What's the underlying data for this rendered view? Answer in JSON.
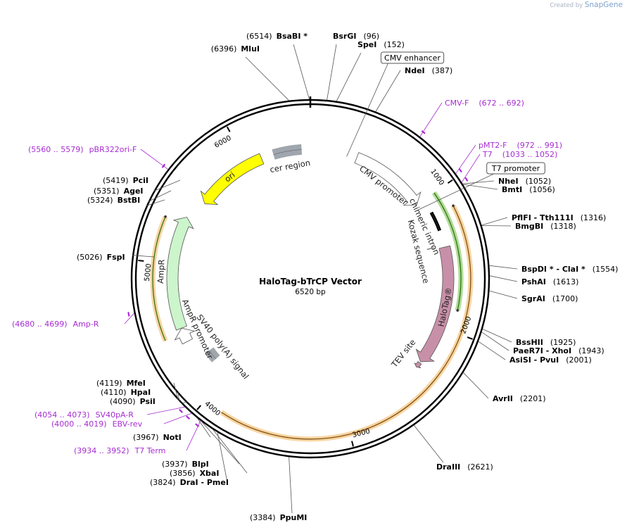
{
  "credit": {
    "prefix": "Created by",
    "brand": "SnapGene"
  },
  "plasmid": {
    "name": "HaloTag-bTrCP Vector",
    "size_label": "6520 bp",
    "length": 6520
  },
  "ticks": [
    {
      "bp": 1000,
      "label": "1000"
    },
    {
      "bp": 2000,
      "label": "2000"
    },
    {
      "bp": 3000,
      "label": "3000"
    },
    {
      "bp": 4000,
      "label": "4000"
    },
    {
      "bp": 5000,
      "label": "5000"
    },
    {
      "bp": 6000,
      "label": "6000"
    }
  ],
  "enzymes": [
    {
      "bp": 6514,
      "pos": "(6514)",
      "name": "BsaBI *"
    },
    {
      "bp": 6396,
      "pos": "(6396)",
      "name": "MluI"
    },
    {
      "bp": 96,
      "pos": "(96)",
      "name": "BsrGI"
    },
    {
      "bp": 152,
      "pos": "(152)",
      "name": "SpeI"
    },
    {
      "bp": 387,
      "pos": "(387)",
      "name": "NdeI"
    },
    {
      "bp": 1052,
      "pos": "(1052)",
      "name": "NheI"
    },
    {
      "bp": 1056,
      "pos": "(1056)",
      "name": "BmtI"
    },
    {
      "bp": 1316,
      "pos": "(1316)",
      "name": "PflFI - Tth111I"
    },
    {
      "bp": 1318,
      "pos": "(1318)",
      "name": "BmgBI"
    },
    {
      "bp": 1554,
      "pos": "(1554)",
      "name": "BspDI * - ClaI *"
    },
    {
      "bp": 1613,
      "pos": "(1613)",
      "name": "PshAI"
    },
    {
      "bp": 1700,
      "pos": "(1700)",
      "name": "SgrAI"
    },
    {
      "bp": 1925,
      "pos": "(1925)",
      "name": "BssHII"
    },
    {
      "bp": 1943,
      "pos": "(1943)",
      "name": "PaeR7I - XhoI"
    },
    {
      "bp": 2001,
      "pos": "(2001)",
      "name": "AsiSI - PvuI"
    },
    {
      "bp": 2201,
      "pos": "(2201)",
      "name": "AvrII"
    },
    {
      "bp": 2621,
      "pos": "(2621)",
      "name": "DraIII"
    },
    {
      "bp": 3384,
      "pos": "(3384)",
      "name": "PpuMI"
    },
    {
      "bp": 3824,
      "pos": "(3824)",
      "name": "DraI - PmeI"
    },
    {
      "bp": 3856,
      "pos": "(3856)",
      "name": "XbaI"
    },
    {
      "bp": 3937,
      "pos": "(3937)",
      "name": "BlpI"
    },
    {
      "bp": 3967,
      "pos": "(3967)",
      "name": "NotI"
    },
    {
      "bp": 4090,
      "pos": "(4090)",
      "name": "PsiI"
    },
    {
      "bp": 4110,
      "pos": "(4110)",
      "name": "HpaI"
    },
    {
      "bp": 4119,
      "pos": "(4119)",
      "name": "MfeI"
    },
    {
      "bp": 5026,
      "pos": "(5026)",
      "name": "FspI"
    },
    {
      "bp": 5324,
      "pos": "(5324)",
      "name": "BstBI"
    },
    {
      "bp": 5351,
      "pos": "(5351)",
      "name": "AgeI"
    },
    {
      "bp": 5419,
      "pos": "(5419)",
      "name": "PciI"
    }
  ],
  "primers": [
    {
      "bp": 682,
      "range": "(672 .. 692)",
      "name": "CMV-F"
    },
    {
      "bp": 981,
      "range": "(972 .. 991)",
      "name": "pMT2-F"
    },
    {
      "bp": 1042,
      "range": "(1033 .. 1052)",
      "name": "T7"
    },
    {
      "bp": 4690,
      "range": "(4680 .. 4699)",
      "name": "Amp-R"
    },
    {
      "bp": 5570,
      "range": "(5560 .. 5579)",
      "name": "pBR322ori-F"
    },
    {
      "bp": 4064,
      "range": "(4054 .. 4073)",
      "name": "SV40pA-R"
    },
    {
      "bp": 4010,
      "range": "(4000 .. 4019)",
      "name": "EBV-rev"
    },
    {
      "bp": 3943,
      "range": "(3934 .. 3952)",
      "name": "T7 Term"
    }
  ],
  "boxed_features": [
    {
      "bp": 300,
      "name": "CMV enhancer"
    },
    {
      "bp": 1040,
      "name": "T7 promoter"
    }
  ],
  "features": [
    {
      "name": "CMV promoter",
      "start": 380,
      "end": 1000,
      "kind": "promoter",
      "color": "#ffffff"
    },
    {
      "name": "chimeric intron",
      "start": 1110,
      "end": 1260,
      "kind": "bar",
      "color": "#000000"
    },
    {
      "name": "Kozak sequence",
      "start": 1370,
      "end": 1380,
      "kind": "mark",
      "color": "#888888"
    },
    {
      "name": "HaloTag®",
      "start": 1390,
      "end": 2300,
      "kind": "cds",
      "color": "#c890a8"
    },
    {
      "name": "TEV site",
      "start": 2310,
      "end": 2350,
      "kind": "site",
      "color": "#c890a8"
    },
    {
      "name": "SV40 poly(A) signal",
      "start": 4160,
      "end": 4250,
      "kind": "bar",
      "color": "#a0a6ae"
    },
    {
      "name": "AmpR promoter",
      "start": 4400,
      "end": 4510,
      "kind": "promoter",
      "color": "#ffffff"
    },
    {
      "name": "AmpR",
      "start": 4510,
      "end": 5370,
      "kind": "cds",
      "color": "#ccf5cc"
    },
    {
      "name": "ori",
      "start": 5530,
      "end": 6120,
      "kind": "ori",
      "color": "#ffff00"
    },
    {
      "name": "cer region",
      "start": 6220,
      "end": 6450,
      "kind": "bar",
      "color": "#a0a6ae"
    }
  ],
  "orf_arcs": [
    {
      "start": 1140,
      "end": 3870,
      "strand": "reverse",
      "color": "#f0b050"
    },
    {
      "start": 1000,
      "end": 1850,
      "strand": "forward",
      "color": "#70c040"
    },
    {
      "start": 4470,
      "end": 5310,
      "strand": "forward",
      "color": "#f0b050"
    }
  ]
}
